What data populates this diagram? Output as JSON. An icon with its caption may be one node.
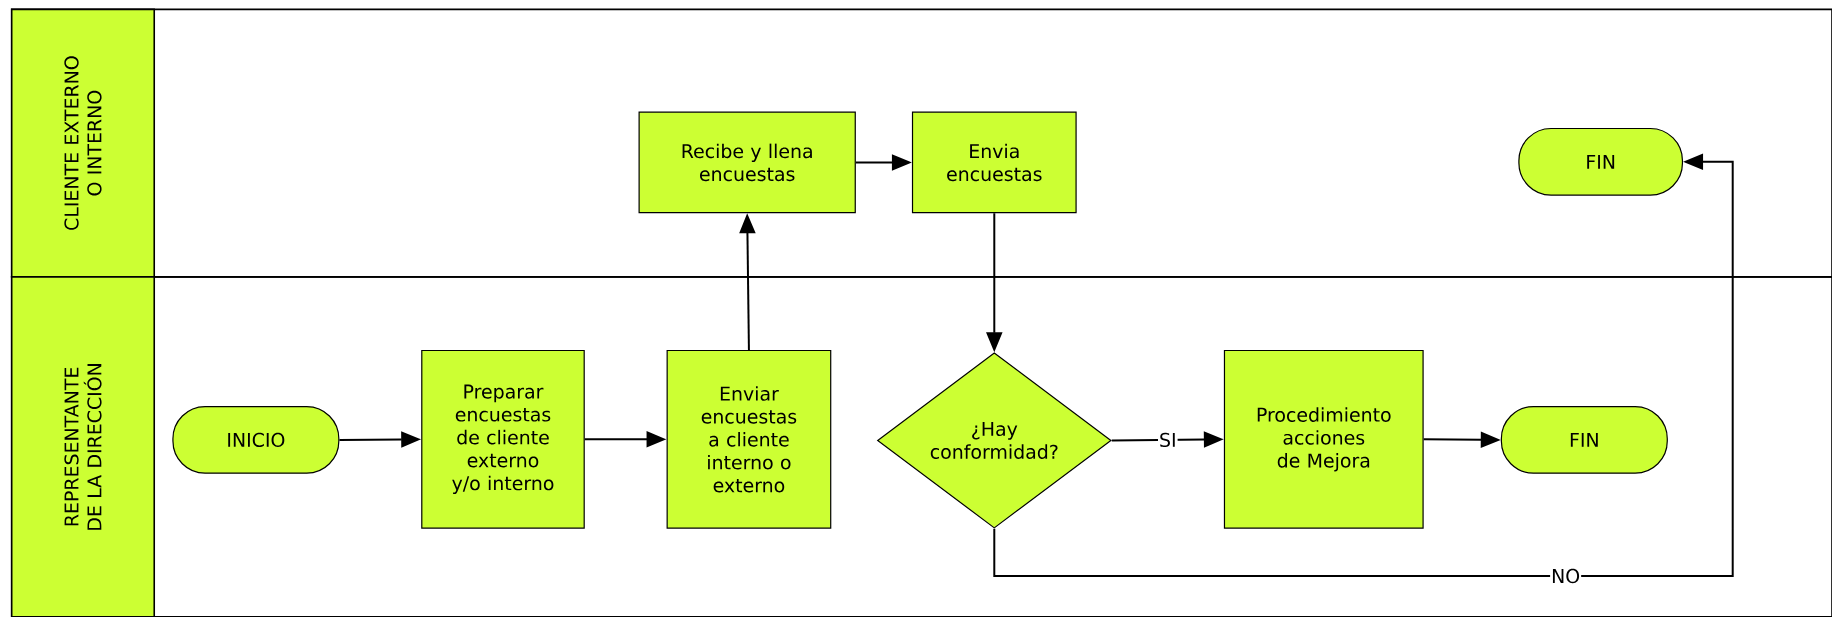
{
  "diagram": {
    "nodes": [
      {
        "text": [
          "CLIENTE EXTERNO O INTERNO"
        ]
      },
      {
        "text": [
          "REPRESENTANTE DE LA DIRECCIÓN"
        ]
      },
      {
        "text": [
          "Recibe y llena encuestas"
        ],
        "in": 0
      },
      {
        "text": [
          "Envia encuestas"
        ],
        "in": 0
      },
      {
        "text": [
          "FIN"
        ],
        "in": 0
      },
      {
        "text": [
          "INICIO"
        ],
        "in": 1
      },
      {
        "text": [
          "Preparar encuestas de cliente externo y/o interno"
        ],
        "in": 1
      },
      {
        "text": [
          "Enviar encuestas a cliente interno o externo"
        ],
        "in": 1
      },
      {
        "text": [
          "¿Hay conformidad?"
        ],
        "in": 1
      },
      {
        "text": [
          "Procedimiento acciones de Mejora"
        ],
        "in": 1
      },
      {
        "text": [
          "FIN"
        ],
        "in": 1
      }
    ],
    "edges": [
      {
        "from": 5,
        "to": 6,
        "arrow": "to"
      },
      {
        "from": 6,
        "to": 7,
        "arrow": "to"
      },
      {
        "from": 7,
        "to": 2,
        "arrow": "to"
      },
      {
        "from": 2,
        "to": 3,
        "arrow": "to"
      },
      {
        "from": 3,
        "to": 8,
        "arrow": "to"
      },
      {
        "from": 8,
        "to": 9,
        "label": "SI",
        "arrow": "to"
      },
      {
        "from": 9,
        "to": 10,
        "arrow": "to"
      },
      {
        "from": 8,
        "to": 4,
        "label": "NO",
        "arrow": "to"
      }
    ]
  }
}
